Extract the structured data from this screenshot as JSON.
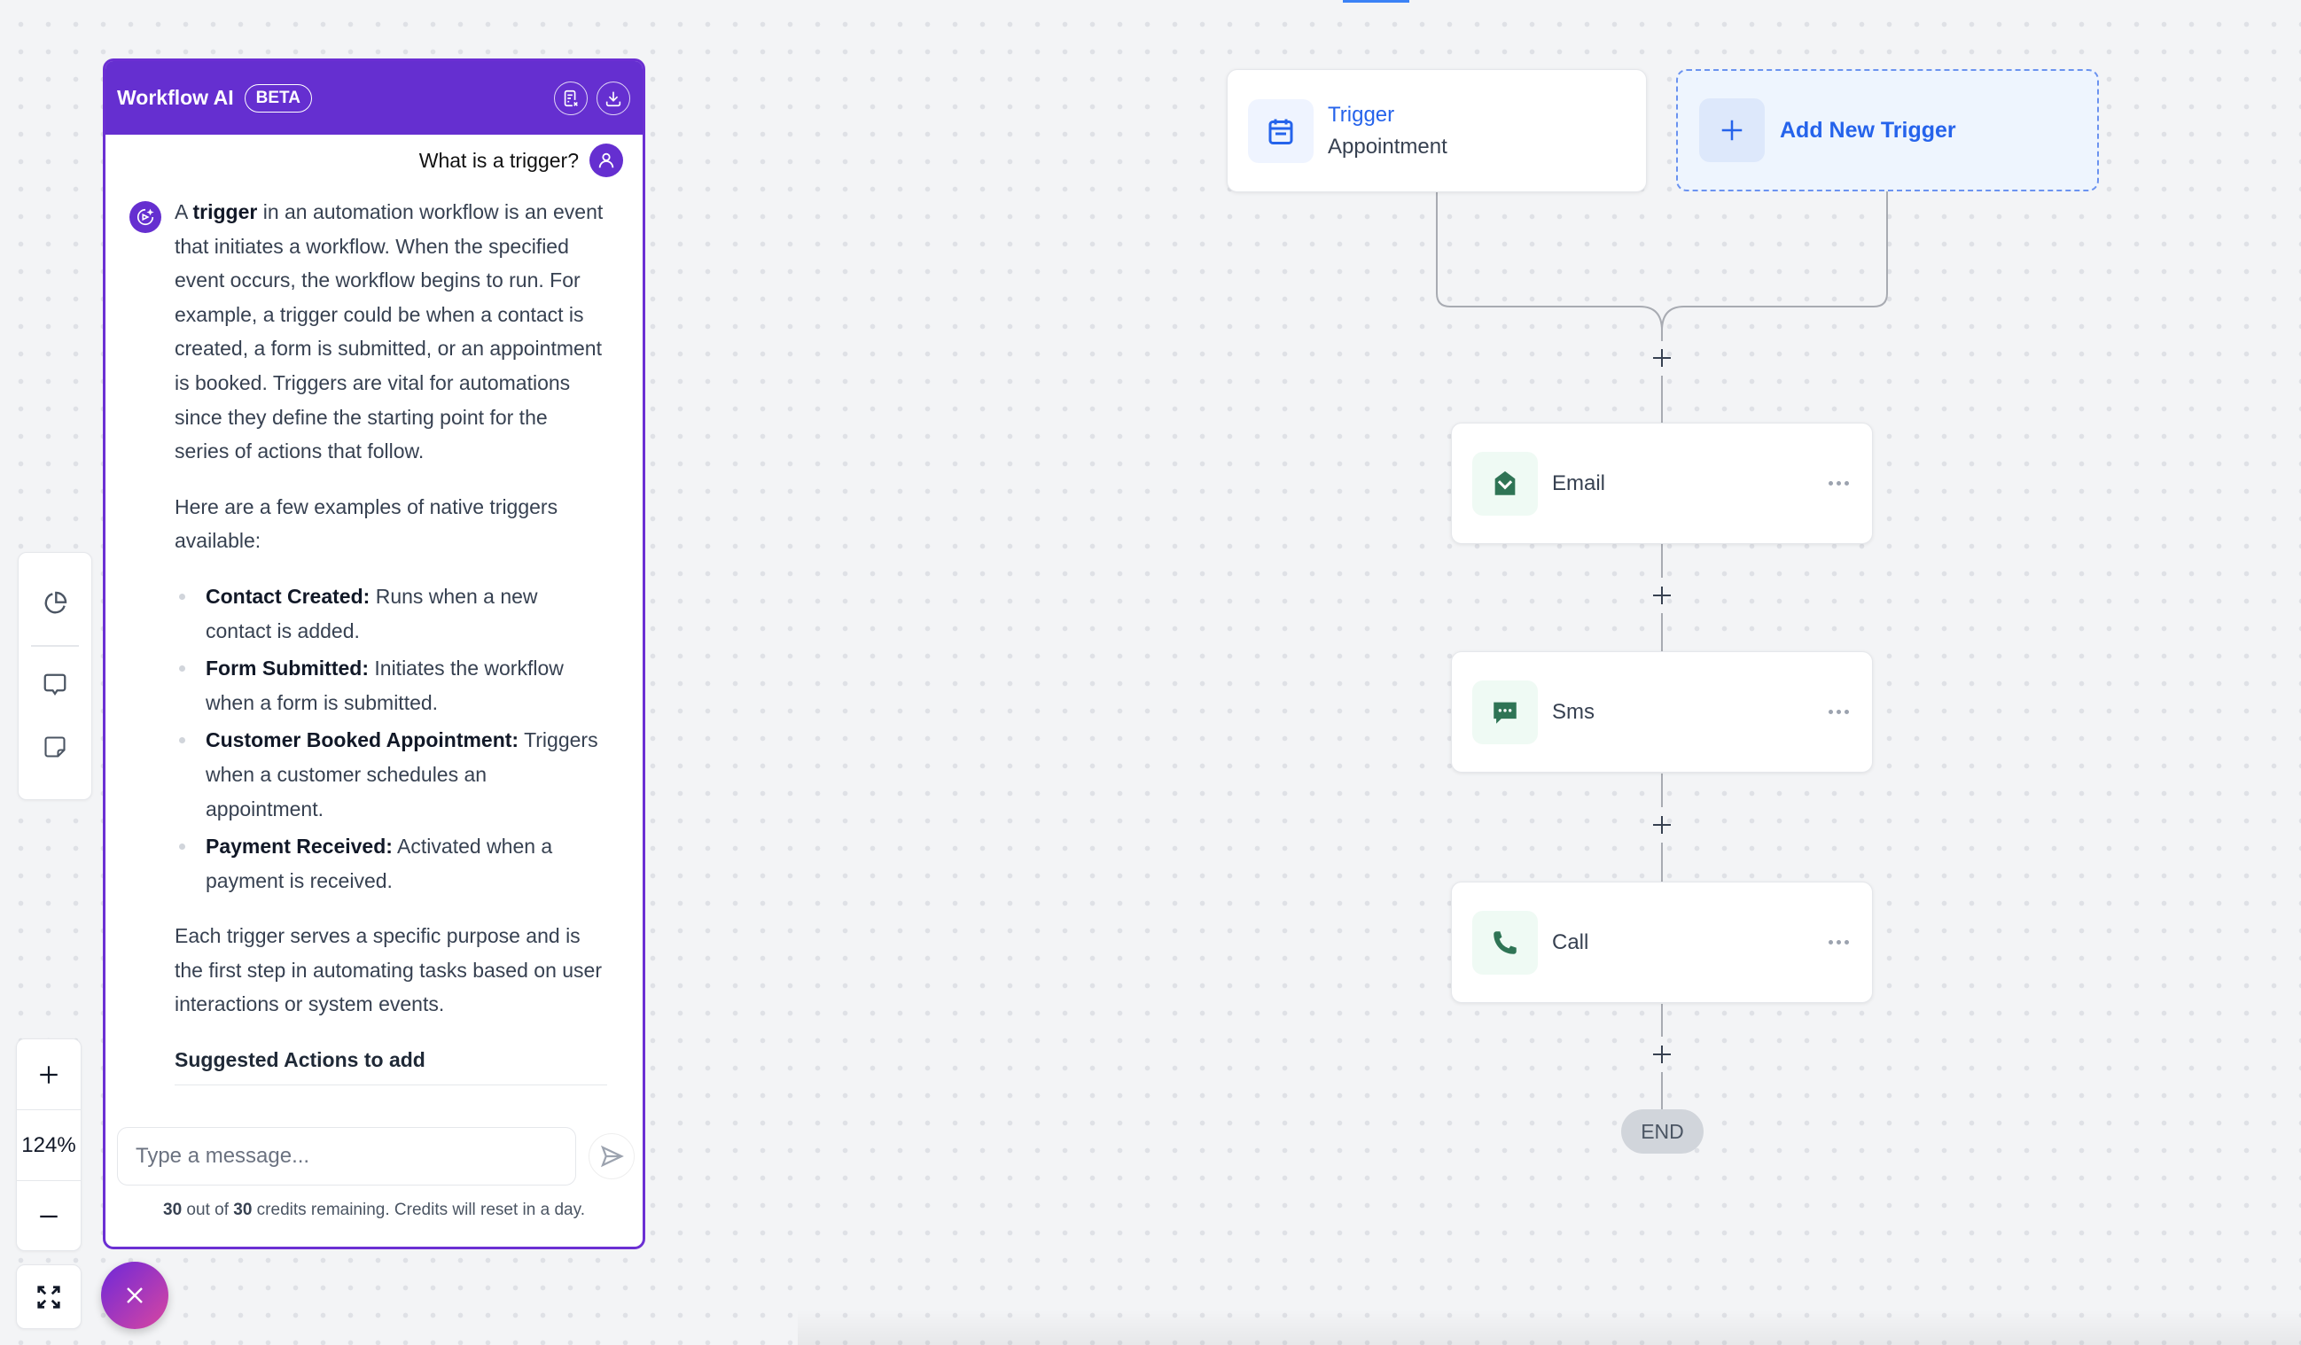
{
  "chat": {
    "title": "Workflow AI",
    "badge": "BETA",
    "user_message": "What is a trigger?",
    "response": {
      "p1_pre": "A ",
      "p1_bold": "trigger",
      "p1_post": " in an automation workflow is an event that initiates a workflow. When the specified event occurs, the workflow begins to run. For example, a trigger could be when a contact is created, a form is submitted, or an appointment is booked. Triggers are vital for automations since they define the starting point for the series of actions that follow.",
      "p2": "Here are a few examples of native triggers available:",
      "examples": [
        {
          "name": "Contact Created:",
          "desc": " Runs when a new contact is added."
        },
        {
          "name": "Form Submitted:",
          "desc": " Initiates the workflow when a form is submitted."
        },
        {
          "name": "Customer Booked Appointment:",
          "desc": " Triggers when a customer schedules an appointment."
        },
        {
          "name": "Payment Received:",
          "desc": " Activated when a payment is received."
        }
      ],
      "p3": "Each trigger serves a specific purpose and is the first step in automating tasks based on user interactions or system events.",
      "suggested": "Suggested Actions to add"
    },
    "input_placeholder": "Type a message...",
    "credits": {
      "used": "30",
      "of_text": " out of ",
      "total": "30",
      "suffix": " credits remaining. Credits will reset in a day."
    }
  },
  "zoom": {
    "level": "124%"
  },
  "workflow": {
    "trigger": {
      "title": "Trigger",
      "subtitle": "Appointment"
    },
    "add_trigger": "Add New Trigger",
    "actions": [
      {
        "label": "Email",
        "icon": "email-icon"
      },
      {
        "label": "Sms",
        "icon": "sms-icon"
      },
      {
        "label": "Call",
        "icon": "phone-icon"
      }
    ],
    "end": "END"
  },
  "colors": {
    "accent": "#652fd0",
    "link": "#2563eb",
    "action_icon": "#2f7455"
  }
}
